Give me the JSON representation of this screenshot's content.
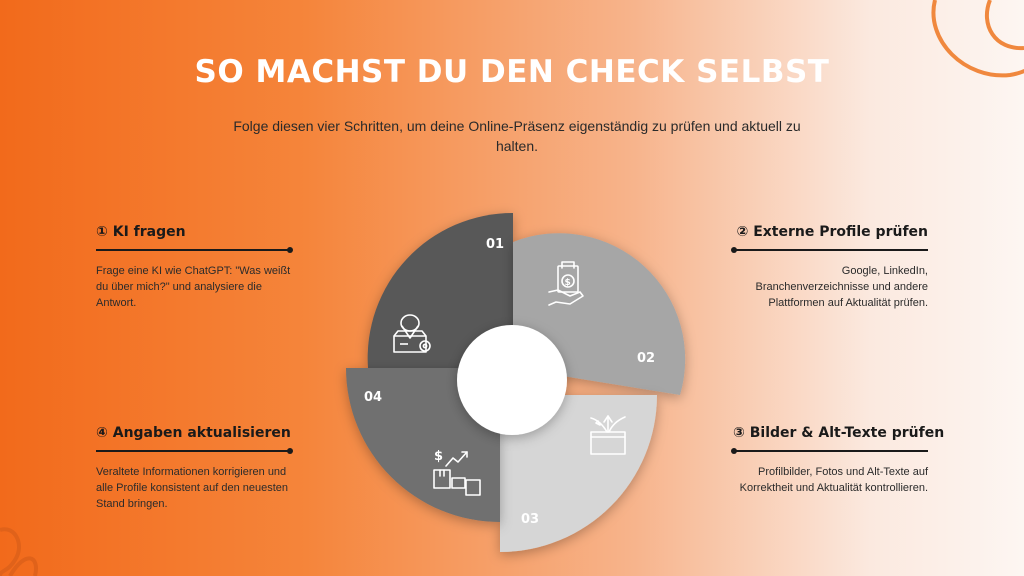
{
  "title": "SO MACHST DU DEN CHECK SELBST",
  "subtitle": "Folge diesen vier Schritten, um deine Online-Präsenz eigenständig zu prüfen und aktuell zu halten.",
  "steps": [
    {
      "heading": "① KI fragen",
      "text": "Frage eine KI wie ChatGPT: \"Was weißt du über mich?\" und analysiere die Antwort.",
      "number": "01",
      "icon": "delivery-box-icon",
      "color": "#585858"
    },
    {
      "heading": "② Externe Profile prüfen",
      "text": "Google, LinkedIn, Branchenverzeichnisse und andere Plattformen auf Aktualität prüfen.",
      "number": "02",
      "icon": "money-hand-icon",
      "color": "#a6a6a6"
    },
    {
      "heading": "③ Bilder & Alt-Texte prüfen",
      "text": "Profilbilder, Fotos und Alt-Texte auf Korrektheit und Aktualität kontrollieren.",
      "number": "03",
      "icon": "gift-box-icon",
      "color": "#d6d6d6"
    },
    {
      "heading": "④ Angaben aktualisieren",
      "text": "Veraltete Informationen korrigieren und alle Profile konsistent auf den neuesten Stand bringen.",
      "number": "04",
      "icon": "growth-boxes-icon",
      "color": "#6f6f6f"
    }
  ]
}
